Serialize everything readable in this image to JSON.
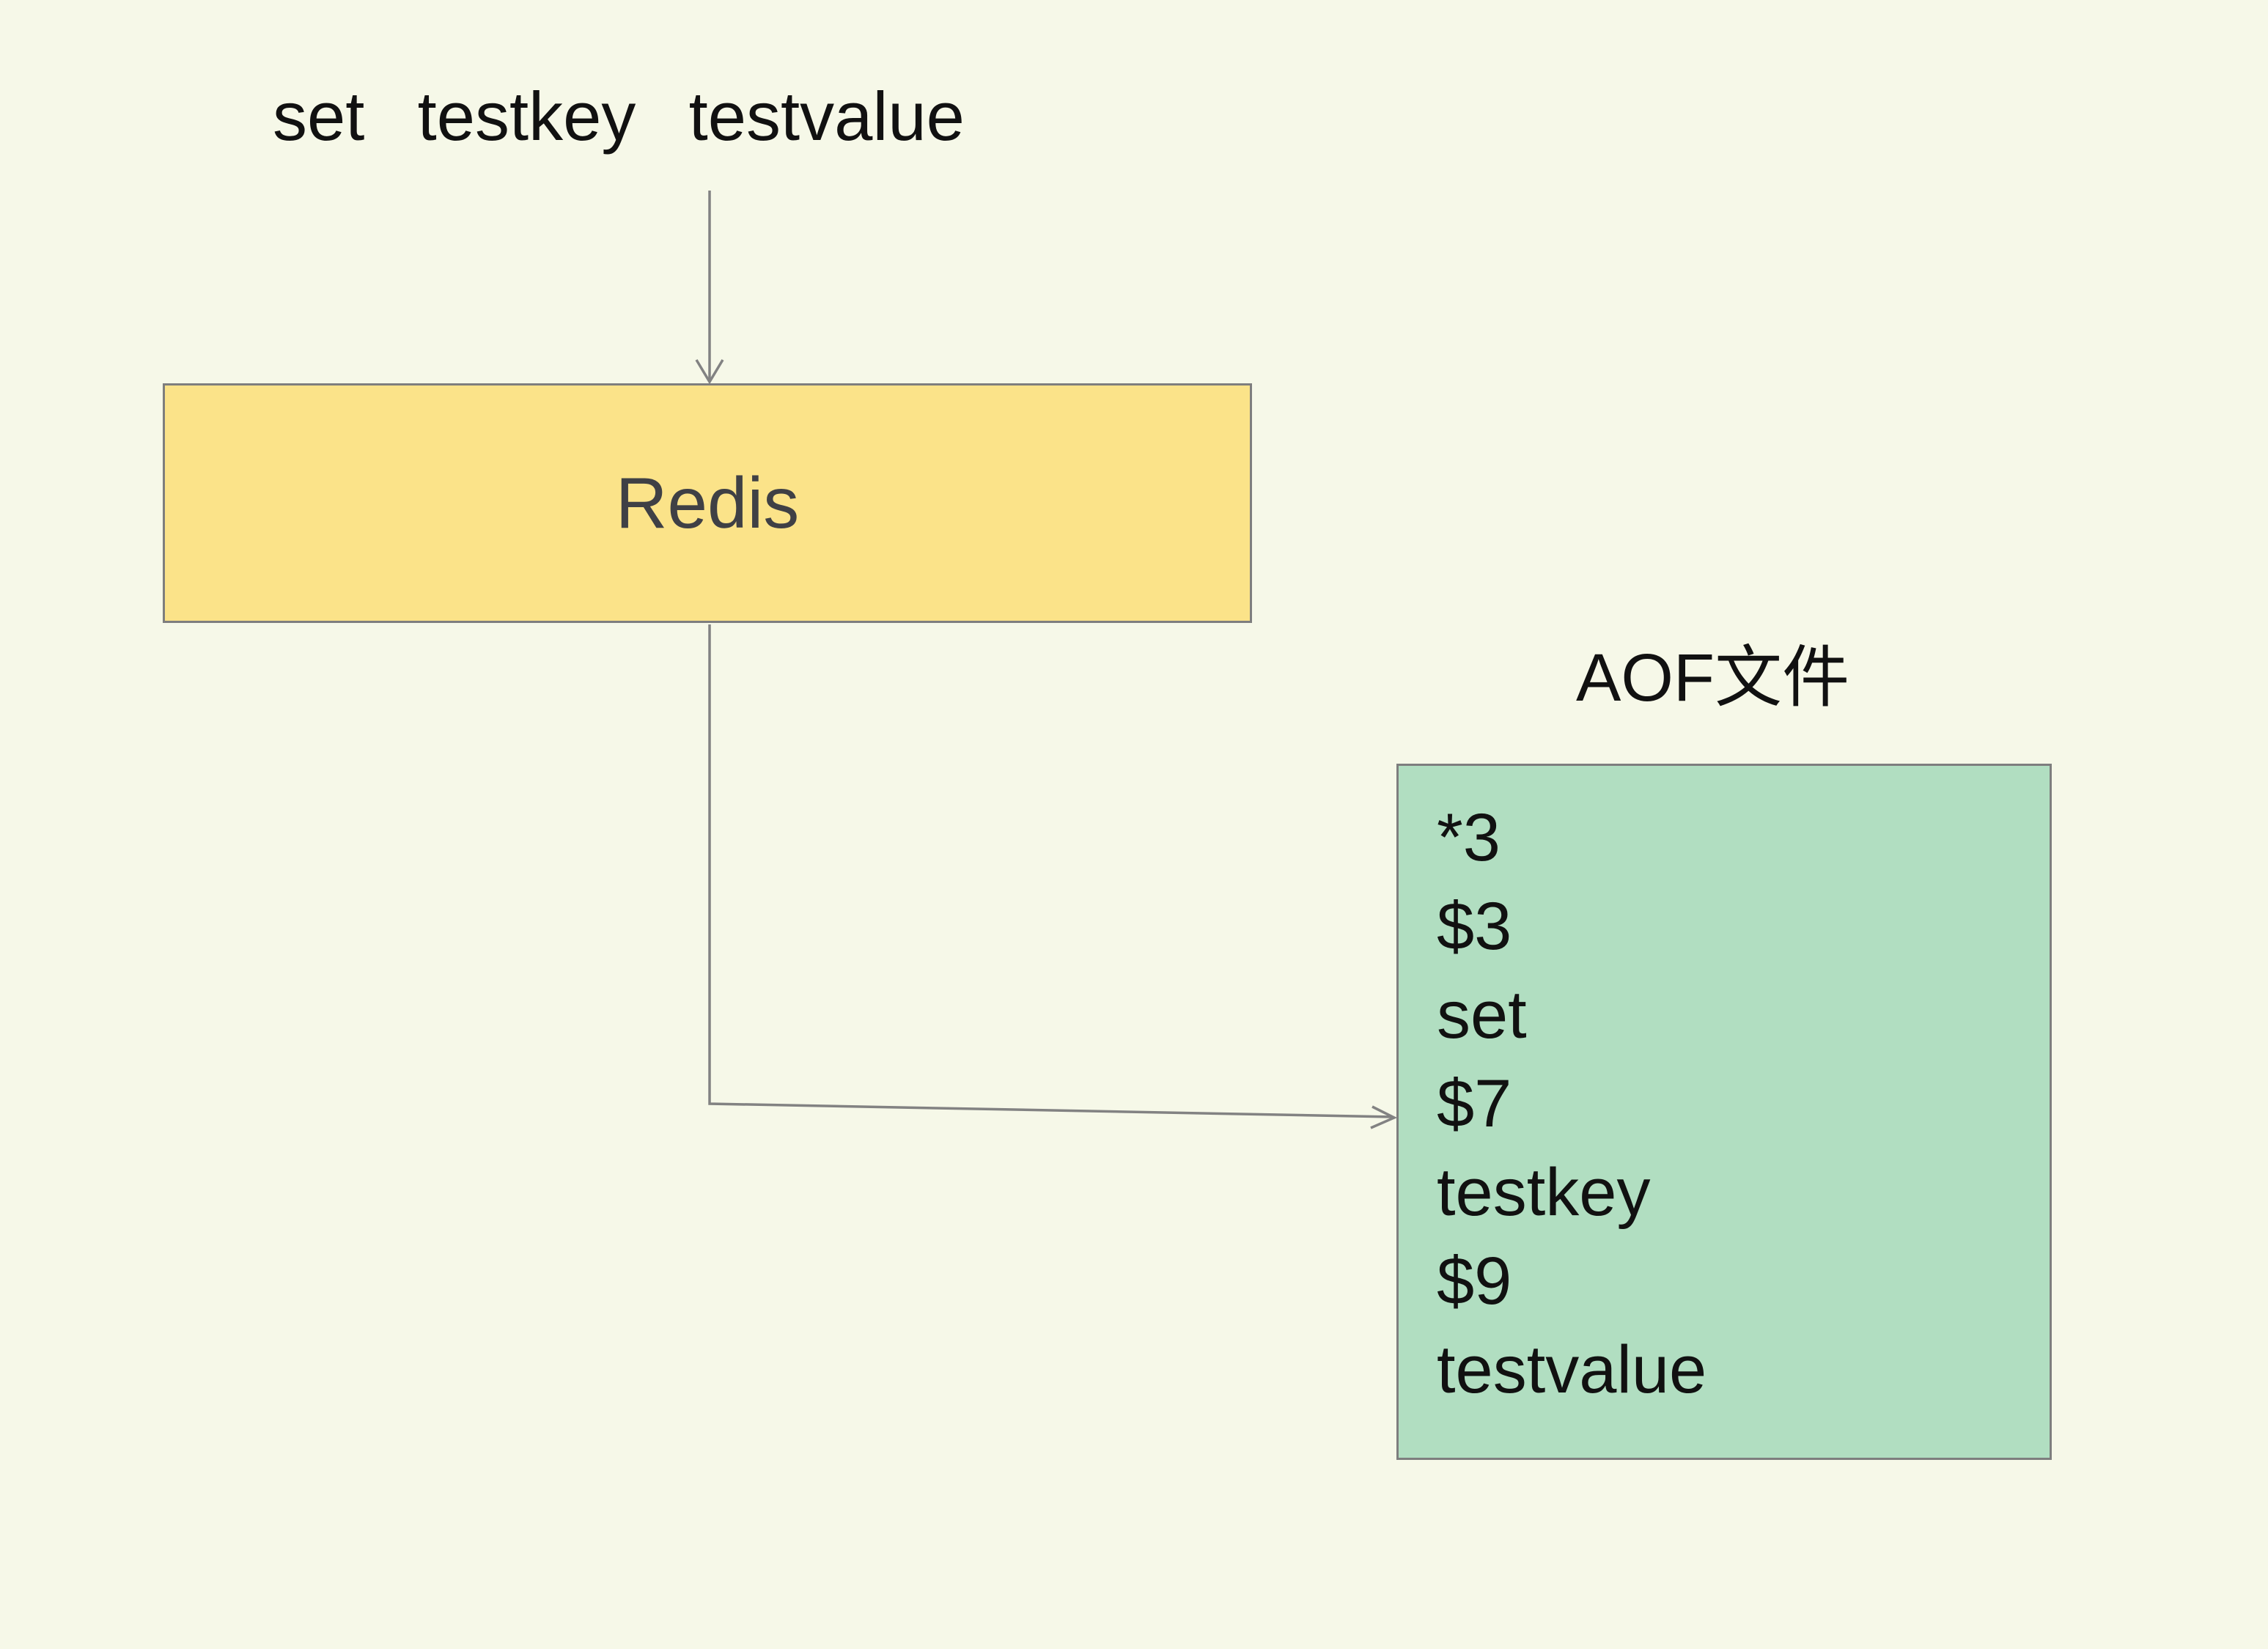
{
  "command": {
    "text": "set  testkey  testvalue"
  },
  "redis_box": {
    "label": "Redis"
  },
  "aof_label": "AOF文件",
  "aof_box": {
    "lines": [
      "*3",
      "$3",
      "set",
      "$7",
      "testkey",
      "$9",
      "testvalue"
    ]
  },
  "colors": {
    "bg": "#F6F8E8",
    "box-yellow": "#FBE389",
    "box-green": "#B1DEC1",
    "border-gray": "#7E7E7E",
    "arrow-gray": "#828282",
    "text-black": "#111111",
    "text-dark": "#3F4045"
  }
}
